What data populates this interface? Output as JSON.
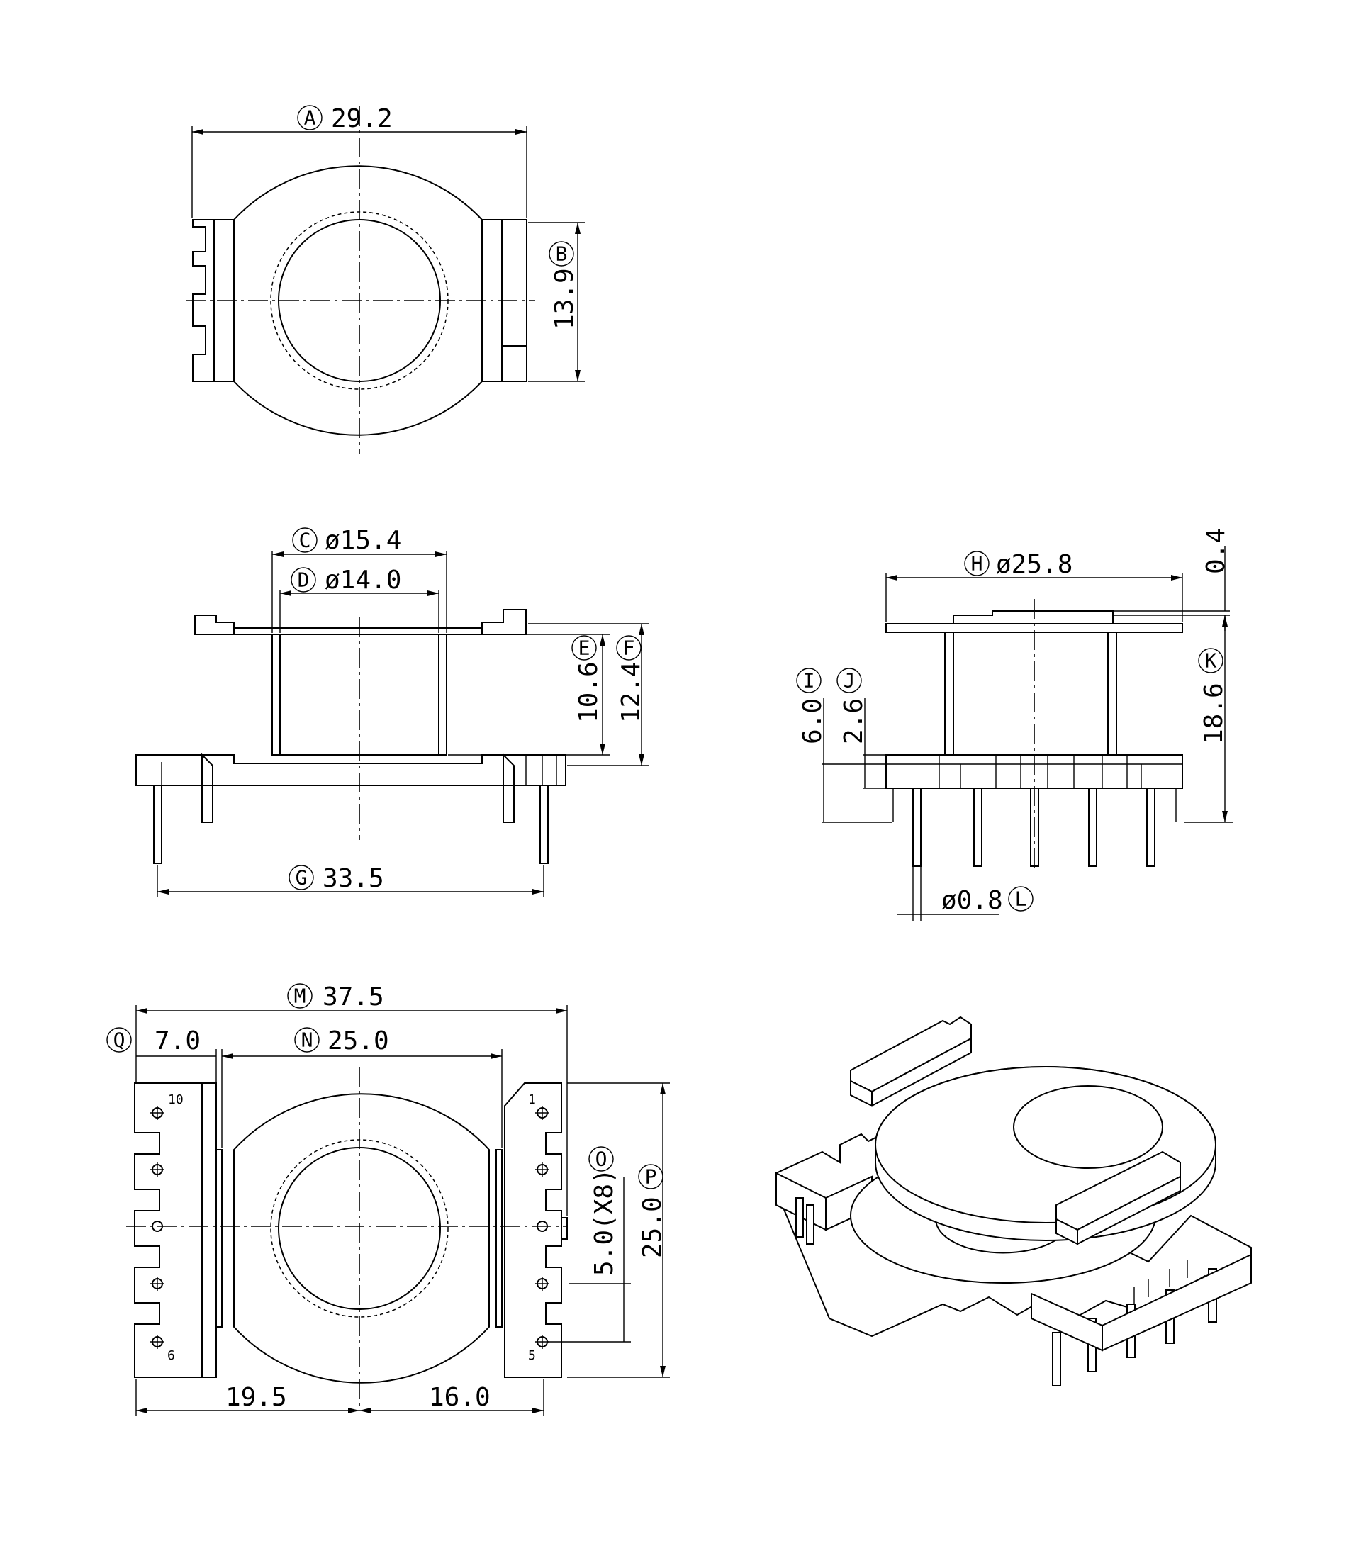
{
  "dimensions": {
    "A": "29.2",
    "B": "13.9",
    "C": "ø15.4",
    "D": "ø14.0",
    "E": "10.6",
    "F": "12.4",
    "G": "33.5",
    "H": "ø25.8",
    "top_offset": "0.4",
    "K": "18.6",
    "I": "6.0",
    "J": "2.6",
    "L": "ø0.8",
    "M": "37.5",
    "N": "25.0",
    "Q": "7.0",
    "O": "5.0(X8)",
    "P": "25.0",
    "bottom_left": "19.5",
    "bottom_right": "16.0"
  },
  "markers": {
    "A": "A",
    "B": "B",
    "C": "C",
    "D": "D",
    "E": "E",
    "F": "F",
    "G": "G",
    "H": "H",
    "I": "I",
    "J": "J",
    "K": "K",
    "L": "L",
    "M": "M",
    "N": "N",
    "O": "O",
    "P": "P",
    "Q": "Q"
  },
  "pin_numbers": {
    "p10": "10",
    "p6": "6",
    "p1": "1",
    "p5": "5"
  }
}
